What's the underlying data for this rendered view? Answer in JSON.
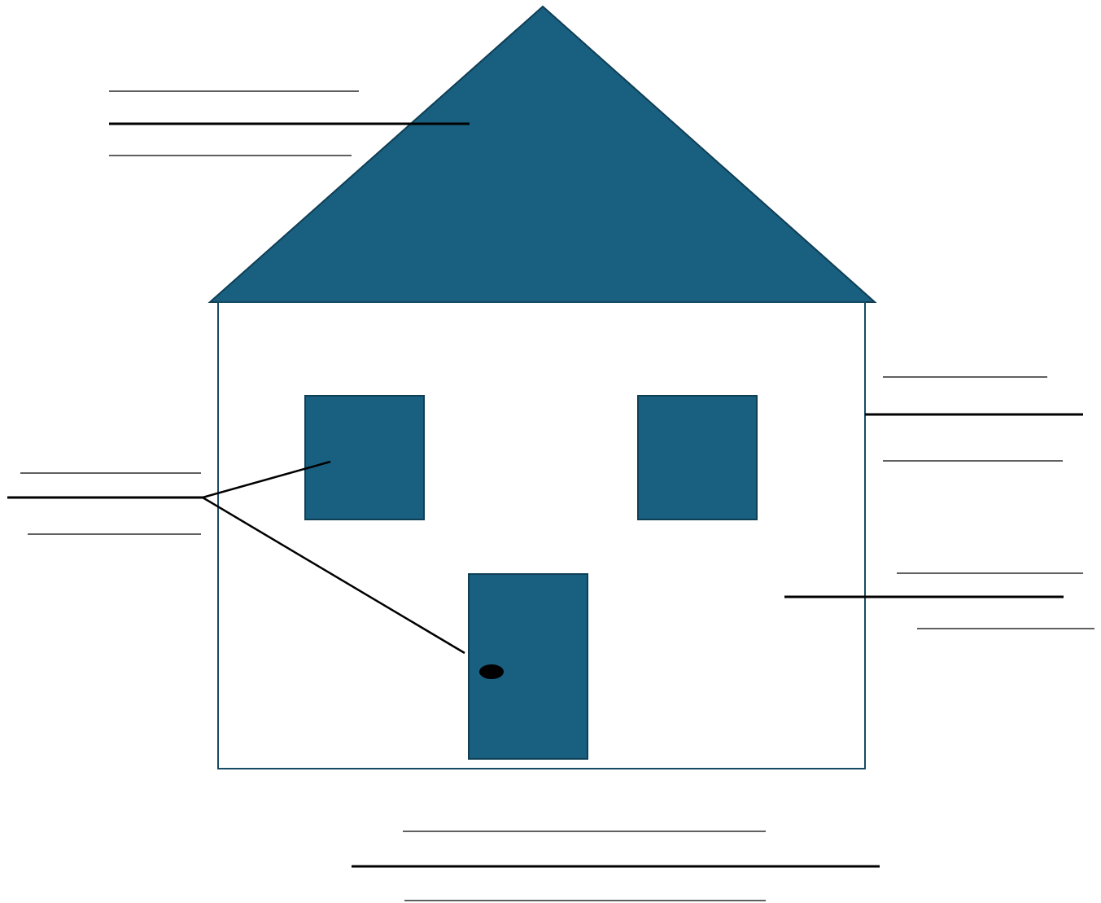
{
  "diagram": {
    "kind": "labeled-house-worksheet",
    "colors": {
      "house_fill": "#185f80",
      "outline": "#0f3f55",
      "wall_fill": "#ffffff",
      "wall_stroke": "#174a63",
      "leader_line": "#000000",
      "answer_line": "#000000",
      "door_knob": "#000000",
      "background": "#ffffff"
    },
    "parts": [
      {
        "name": "roof"
      },
      {
        "name": "wall"
      },
      {
        "name": "left-window"
      },
      {
        "name": "right-window"
      },
      {
        "name": "door"
      },
      {
        "name": "door-knob"
      }
    ],
    "label_groups": [
      {
        "name": "roof-label",
        "answer_lines": 3
      },
      {
        "name": "left-label",
        "answer_lines": 3
      },
      {
        "name": "right-upper-label",
        "answer_lines": 3
      },
      {
        "name": "right-lower-label",
        "answer_lines": 3
      },
      {
        "name": "bottom-label",
        "answer_lines": 3
      }
    ]
  }
}
